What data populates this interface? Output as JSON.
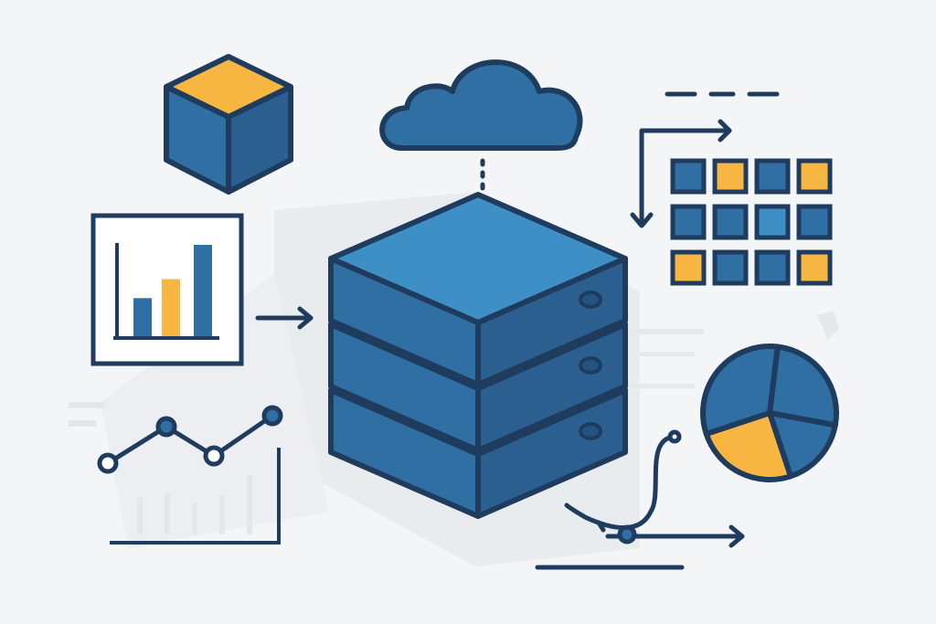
{
  "illustration": {
    "subject": "data-storage-hub",
    "icons": [
      "cube-icon",
      "cloud-icon",
      "bar-chart-icon",
      "line-chart-icon",
      "database-server-icon",
      "grid-table-icon",
      "pie-chart-icon",
      "cable-connector-icon"
    ]
  },
  "colors": {
    "background": "#f4f5f6",
    "outline": "#1f3b5e",
    "primary_blue": "#2f6fa3",
    "light_blue": "#3d8fc6",
    "accent_yellow": "#f7b541",
    "shadow": "#e3e6ea"
  },
  "bar_chart": {
    "bar_values": [
      0.3,
      0.45,
      0.72
    ],
    "bar_colors": [
      "#2f6fa3",
      "#f7b541",
      "#2f6fa3"
    ]
  },
  "line_chart": {
    "points": [
      0.35,
      0.85,
      0.45,
      1.0
    ]
  },
  "grid_table": {
    "rows": 3,
    "columns": 4,
    "cell_colors": [
      [
        "#2f6fa3",
        "#f7b541",
        "#2f6fa3",
        "#f7b541"
      ],
      [
        "#2f6fa3",
        "#2f6fa3",
        "#3d8fc6",
        "#2f6fa3"
      ],
      [
        "#f7b541",
        "#2f6fa3",
        "#2f6fa3",
        "#f7b541"
      ]
    ]
  },
  "pie_chart": {
    "slices": [
      {
        "fraction": 0.26,
        "color": "#2f6fa3"
      },
      {
        "fraction": 0.17,
        "color": "#2f6fa3"
      },
      {
        "fraction": 0.25,
        "color": "#f7b541"
      },
      {
        "fraction": 0.32,
        "color": "#2f6fa3"
      }
    ]
  },
  "server_stack": {
    "units": 3
  }
}
